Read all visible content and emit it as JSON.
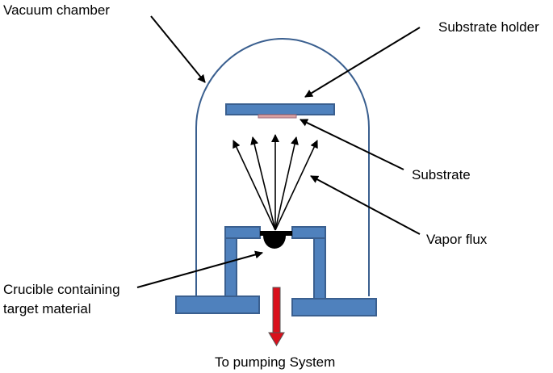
{
  "labels": {
    "vacuum_chamber": "Vacuum chamber",
    "substrate_holder": "Substrate holder",
    "substrate": "Substrate",
    "vapor_flux": "Vapor flux",
    "crucible_line1": "Crucible containing",
    "crucible_line2": "target material",
    "pumping": "To pumping System"
  },
  "colors": {
    "chamber_outline": "#3A5F8F",
    "component_fill": "#4F81BD",
    "component_stroke": "#3A5F8F",
    "substrate": "#D9A0A0",
    "crucible": "#000000",
    "pump_arrow": "#D9101C",
    "arrow": "#000000"
  }
}
